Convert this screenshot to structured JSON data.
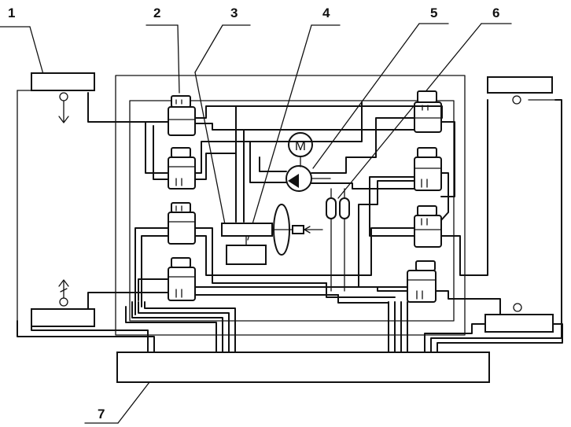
{
  "labels": {
    "l1": "1",
    "l2": "2",
    "l3": "3",
    "l4": "4",
    "l5": "5",
    "l6": "6",
    "l7": "7"
  },
  "motor_symbol": "M",
  "colors": {
    "ink": "#111111",
    "background": "#ffffff"
  }
}
